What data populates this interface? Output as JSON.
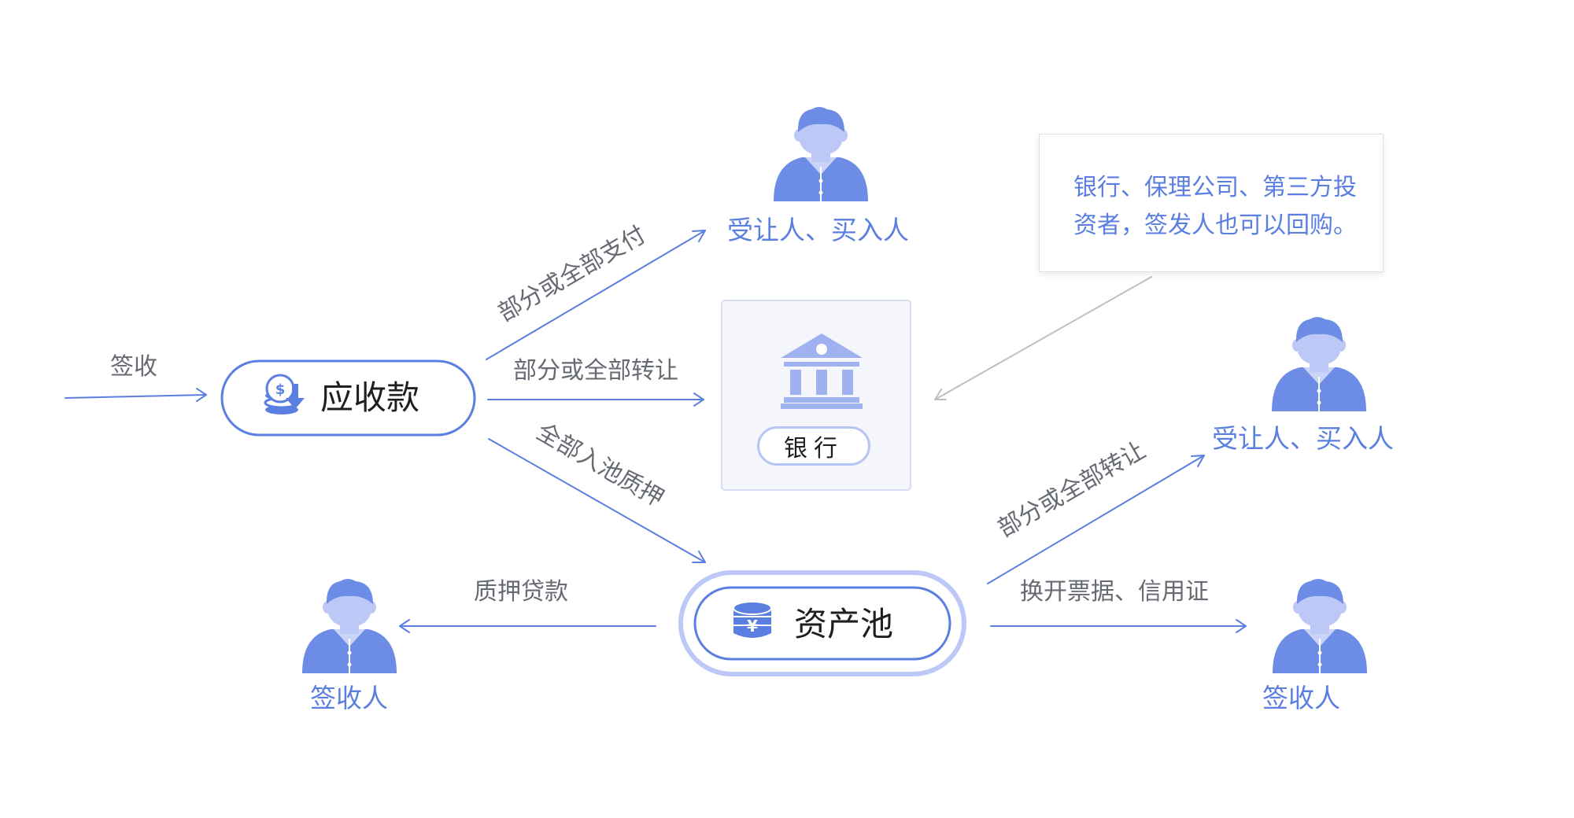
{
  "colors": {
    "primary": "#5b7fe0",
    "person_head": "#bcc8f6",
    "person_hair": "#6d8ce6",
    "bank_icon": "#9fb2ef",
    "gray_arrow": "#bfbfbf",
    "label_gray": "#666a72"
  },
  "nodes": {
    "receivable": {
      "label": "应收款",
      "icon": "coins-down-icon"
    },
    "asset_pool": {
      "label": "资产池",
      "icon": "yen-coins-icon"
    },
    "bank": {
      "label": "银行",
      "icon": "bank-icon"
    }
  },
  "persons": {
    "assignee_top": "受让人、买入人",
    "assignee_right": "受让人、买入人",
    "signer_left": "签收人",
    "signer_right": "签收人"
  },
  "edge_labels": {
    "sign": "签收",
    "pay": "部分或全部支付",
    "transfer_bank": "部分或全部转让",
    "pledge_pool": "全部入池质押",
    "pledge_loan": "质押贷款",
    "transfer_right": "部分或全部转让",
    "exchange": "换开票据、信用证"
  },
  "note": {
    "lines": [
      "银行、保理公司、第三方投",
      "资者，签发人也可以回购。"
    ]
  }
}
